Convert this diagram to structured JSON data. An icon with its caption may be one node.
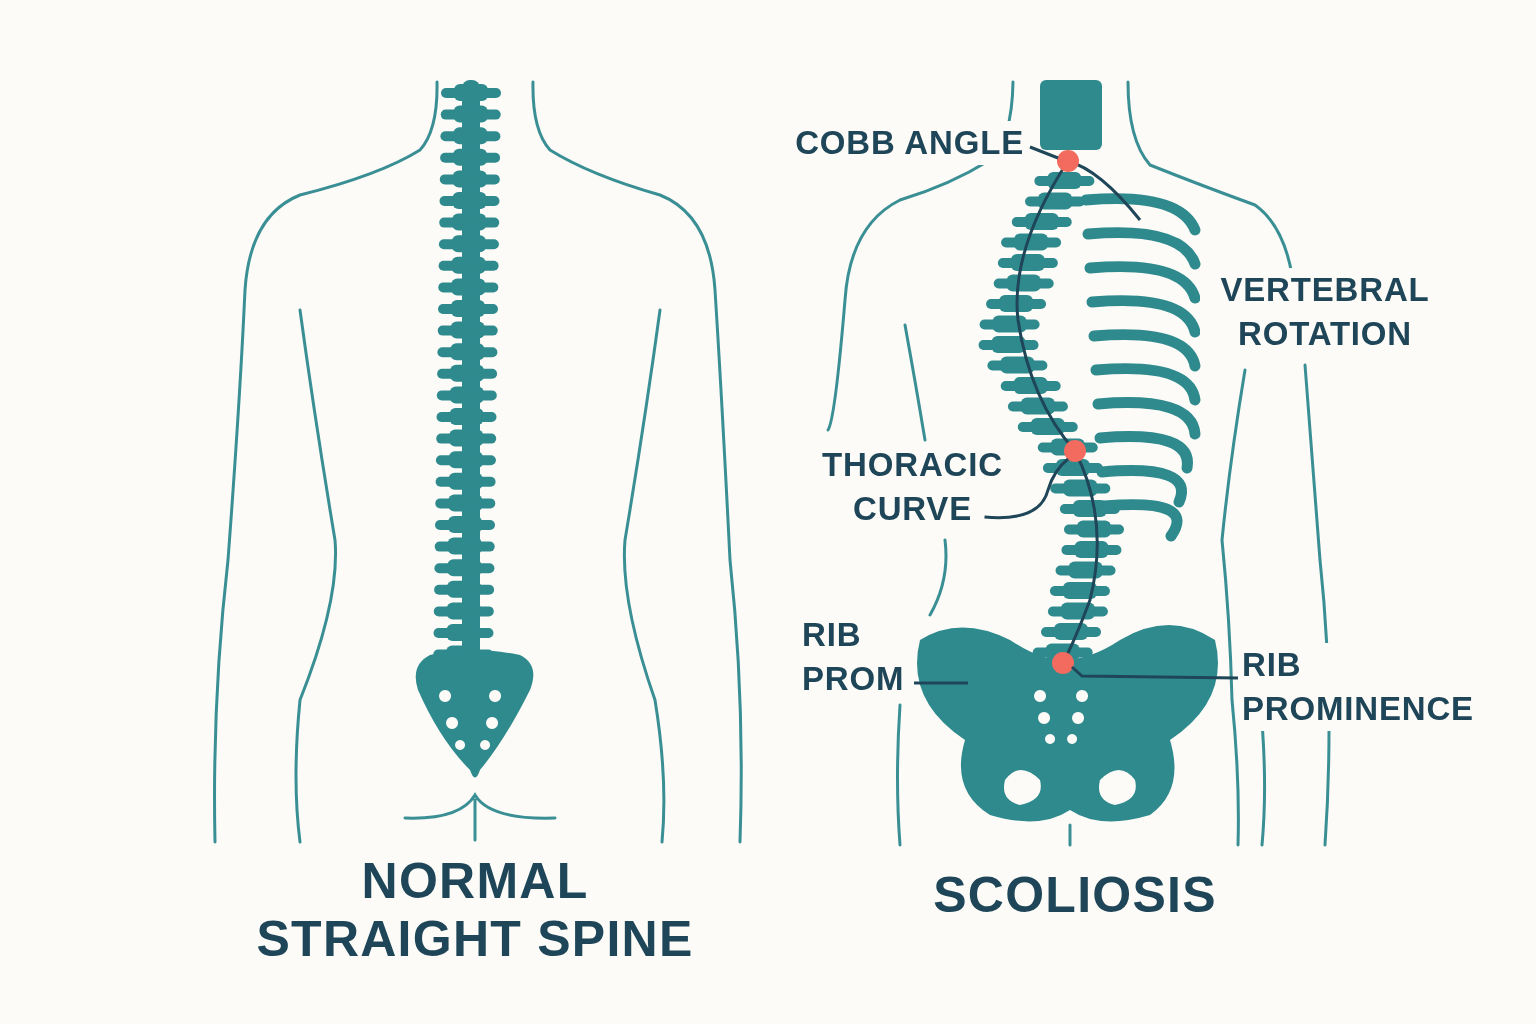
{
  "diagram": {
    "nodes": [
      {
        "text": [
          "COBB ANGLE"
        ]
      },
      {
        "text": [],
        "shape": "circle"
      },
      {
        "text": [
          "THORACIC CURVE"
        ]
      },
      {
        "text": [],
        "shape": "circle"
      },
      {
        "text": [
          "RIB PROM"
        ]
      },
      {
        "text": [
          "RIB PROMINENCE"
        ]
      },
      {
        "text": [],
        "shape": "circle"
      },
      {
        "text": [
          "VERTEBRAL ROTATION"
        ]
      }
    ],
    "edges": [
      {
        "from": 0,
        "to": 1,
        "arrow": "none"
      },
      {
        "from": 2,
        "to": 3,
        "arrow": "none"
      },
      {
        "from": 4,
        "to": null,
        "arrow": "none"
      },
      {
        "from": 5,
        "to": 6,
        "arrow": "none"
      }
    ],
    "labels": [
      "NORMAL STRAIGHT SPINE",
      "SCOLIOSIS"
    ]
  }
}
